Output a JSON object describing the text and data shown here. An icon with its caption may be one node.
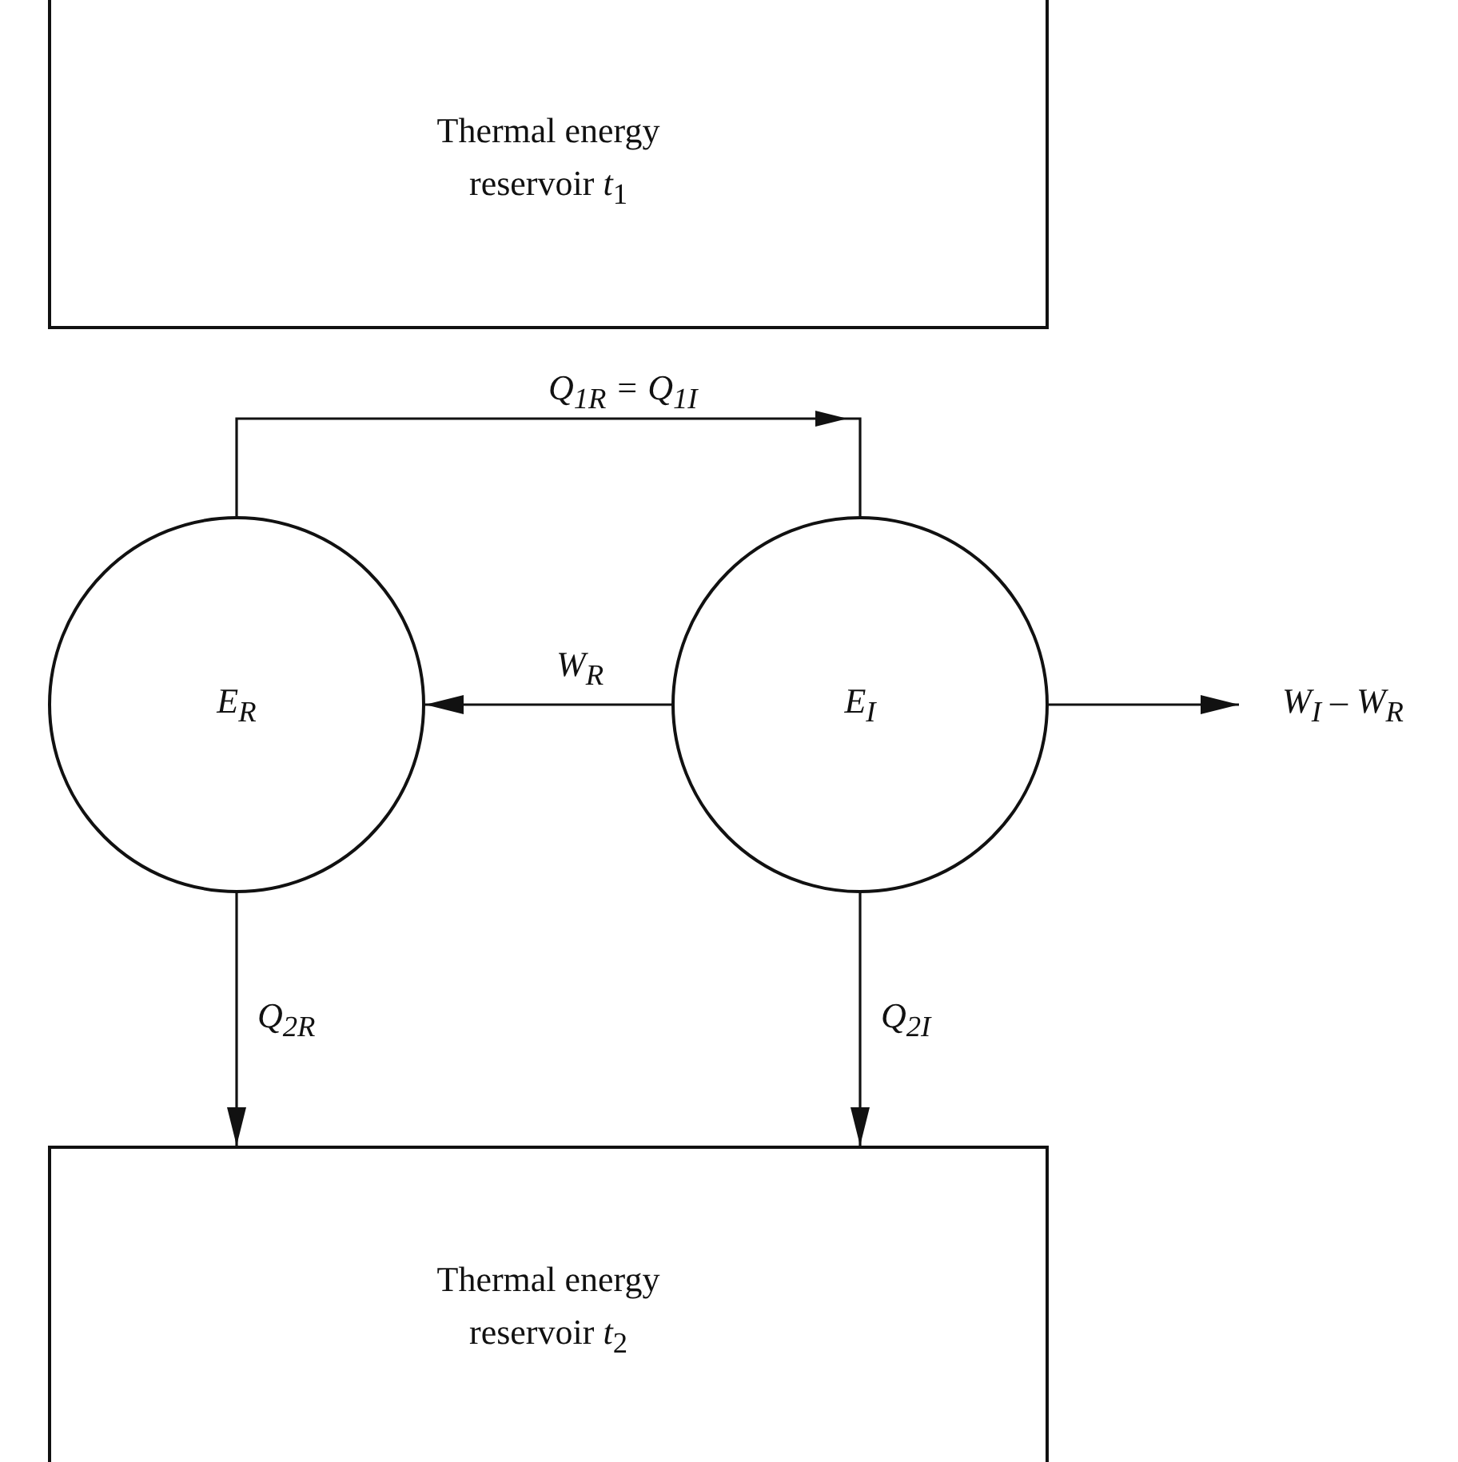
{
  "diagram": {
    "nodes": [
      {
        "text": [
          "Thermal energy reservoir *t*$_{1}$"
        ]
      },
      {
        "text": [
          "E$_{R}$"
        ]
      },
      {
        "text": [
          "E$_{I}$"
        ]
      },
      {
        "text": [
          "W$_{I}$ – W$_{R}$"
        ]
      },
      {
        "text": [
          "Thermal energy reservoir *t*$_{2}$"
        ]
      }
    ],
    "edges": [
      {
        "from": 1,
        "to": 2,
        "arrow": "to",
        "label": "Q$_{1R}$ = Q$_{1I}$"
      },
      {
        "from": 2,
        "to": 1,
        "arrow": "to",
        "label": "W$_{R}$"
      },
      {
        "from": 2,
        "to": 3,
        "arrow": "to"
      },
      {
        "from": 1,
        "to": 4,
        "arrow": "to",
        "label": "Q$_{2R}$"
      },
      {
        "from": 2,
        "to": 4,
        "arrow": "to",
        "label": "Q$_{2I}$"
      }
    ]
  }
}
